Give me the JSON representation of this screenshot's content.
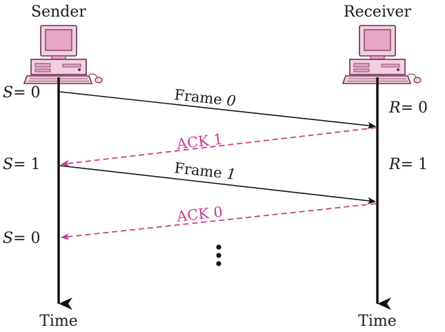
{
  "sender": {
    "title": "Sender"
  },
  "receiver": {
    "title": "Receiver"
  },
  "axis_label": "Time",
  "sender_states": [
    {
      "var": "S",
      "eq": "= 0"
    },
    {
      "var": "S",
      "eq": "= 1"
    },
    {
      "var": "S",
      "eq": "= 0"
    }
  ],
  "receiver_states": [
    {
      "var": "R",
      "eq": "= 0"
    },
    {
      "var": "R",
      "eq": "= 1"
    }
  ],
  "messages": [
    {
      "kind": "frame",
      "word": "Frame",
      "num": "0"
    },
    {
      "kind": "ack",
      "text": "ACK 1"
    },
    {
      "kind": "frame",
      "word": "Frame",
      "num": "1"
    },
    {
      "kind": "ack",
      "text": "ACK 0"
    }
  ],
  "colors": {
    "line": "#111111",
    "ack": "#c83c8c",
    "computer_body": "#f2cfe0",
    "computer_screen": "#e7a6c6",
    "computer_outline": "#6b2c4d"
  },
  "icons": [
    "computer-icon",
    "continuation-dots-icon"
  ]
}
